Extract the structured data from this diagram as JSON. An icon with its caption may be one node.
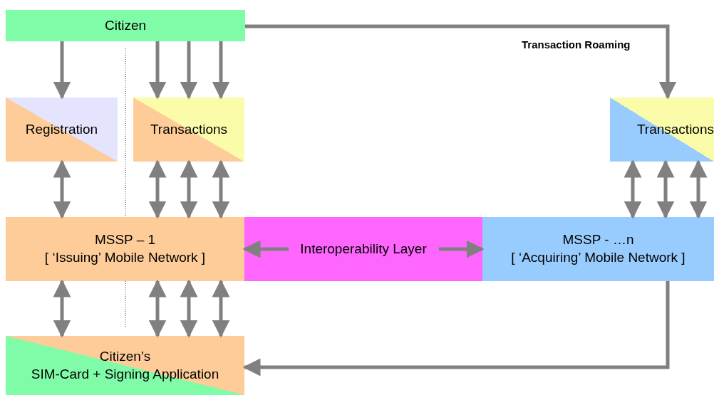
{
  "diagram": {
    "nodes": [
      {
        "text": [
          "Citizen"
        ]
      },
      {
        "text": [
          "Registration"
        ]
      },
      {
        "text": [
          "Transactions"
        ]
      },
      {
        "text": [
          "Transactions"
        ]
      },
      {
        "text": [
          "MSSP – 1",
          "[ ‘Issuing’ Mobile Network ]"
        ]
      },
      {
        "text": [
          "Interoperability Layer"
        ]
      },
      {
        "text": [
          "MSSP - …n",
          "[ ‘Acquiring’ Mobile Network ]"
        ]
      },
      {
        "text": [
          "Citizen’s",
          "SIM-Card + Signing Application"
        ]
      }
    ],
    "edges": [
      {
        "from": 0,
        "to": 1,
        "arrow": "to"
      },
      {
        "from": 0,
        "to": 2,
        "arrow": "to"
      },
      {
        "from": 0,
        "to": 2,
        "arrow": "to"
      },
      {
        "from": 0,
        "to": 2,
        "arrow": "to"
      },
      {
        "from": 0,
        "to": 3,
        "arrow": "to",
        "label": "Transaction Roaming"
      },
      {
        "from": 1,
        "to": 4,
        "arrow": "both"
      },
      {
        "from": 2,
        "to": 4,
        "arrow": "both"
      },
      {
        "from": 2,
        "to": 4,
        "arrow": "both"
      },
      {
        "from": 2,
        "to": 4,
        "arrow": "both"
      },
      {
        "from": 3,
        "to": 6,
        "arrow": "both"
      },
      {
        "from": 3,
        "to": 6,
        "arrow": "both"
      },
      {
        "from": 3,
        "to": 6,
        "arrow": "both"
      },
      {
        "from": 4,
        "to": 7,
        "arrow": "both"
      },
      {
        "from": 4,
        "to": 7,
        "arrow": "both"
      },
      {
        "from": 4,
        "to": 7,
        "arrow": "both"
      },
      {
        "from": 4,
        "to": 7,
        "arrow": "both"
      },
      {
        "from": 6,
        "to": 7,
        "arrow": "to"
      },
      {
        "from": 5,
        "to": 4,
        "arrow": "to"
      },
      {
        "from": 5,
        "to": 6,
        "arrow": "to"
      }
    ]
  }
}
